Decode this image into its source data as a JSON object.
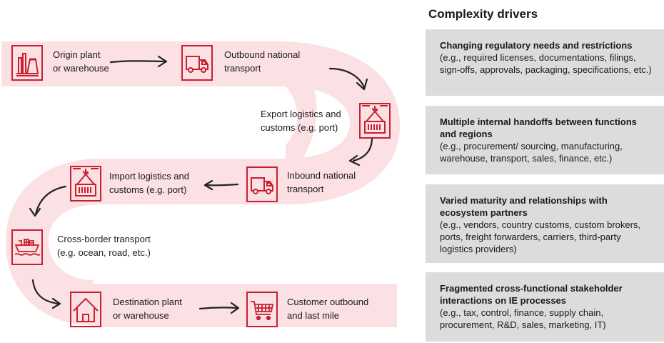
{
  "colors": {
    "accent": "#c8202f",
    "path_fill": "#fbe0e4",
    "panel_box": "#dcdcdc",
    "arrow": "#222222"
  },
  "flow": {
    "steps": [
      {
        "id": "origin",
        "label_line1": "Origin plant",
        "label_line2": "or warehouse",
        "icon": "factory-icon"
      },
      {
        "id": "outbound",
        "label_line1": "Outbound national",
        "label_line2": "transport",
        "icon": "truck-icon"
      },
      {
        "id": "export",
        "label_line1": "Export logistics and",
        "label_line2": "customs (e.g. port)",
        "icon": "container-crane-icon"
      },
      {
        "id": "inbound",
        "label_line1": "Inbound national",
        "label_line2": "transport",
        "icon": "truck-icon"
      },
      {
        "id": "import",
        "label_line1": "Import logistics and",
        "label_line2": "customs (e.g. port)",
        "icon": "container-crane-icon"
      },
      {
        "id": "crossborder",
        "label_line1": "Cross-border transport",
        "label_line2": "(e.g. ocean, road, etc.)",
        "icon": "cargo-ship-icon"
      },
      {
        "id": "destination",
        "label_line1": "Destination plant",
        "label_line2": "or warehouse",
        "icon": "house-icon"
      },
      {
        "id": "customer",
        "label_line1": "Customer outbound",
        "label_line2": "and last mile",
        "icon": "shopping-cart-icon"
      }
    ]
  },
  "panel": {
    "title": "Complexity drivers",
    "drivers": [
      {
        "title": "Changing regulatory needs and restrictions",
        "desc": "(e.g., required licenses, documentations, filings, sign-offs, approvals, packaging, specifications, etc.)"
      },
      {
        "title": "Multiple internal handoffs between functions and regions",
        "desc": "(e.g., procurement/ sourcing, manufacturing, warehouse, transport, sales, finance, etc.)"
      },
      {
        "title": "Varied maturity and relationships with ecosystem partners",
        "desc": "(e.g., vendors, country customs, custom brokers, ports, freight forwarders, carriers, third-party logistics providers)"
      },
      {
        "title": "Fragmented cross-functional stakeholder interactions on IE processes",
        "desc": "(e.g., tax, control, finance, supply chain, procurement, R&D, sales, marketing, IT)"
      }
    ]
  }
}
